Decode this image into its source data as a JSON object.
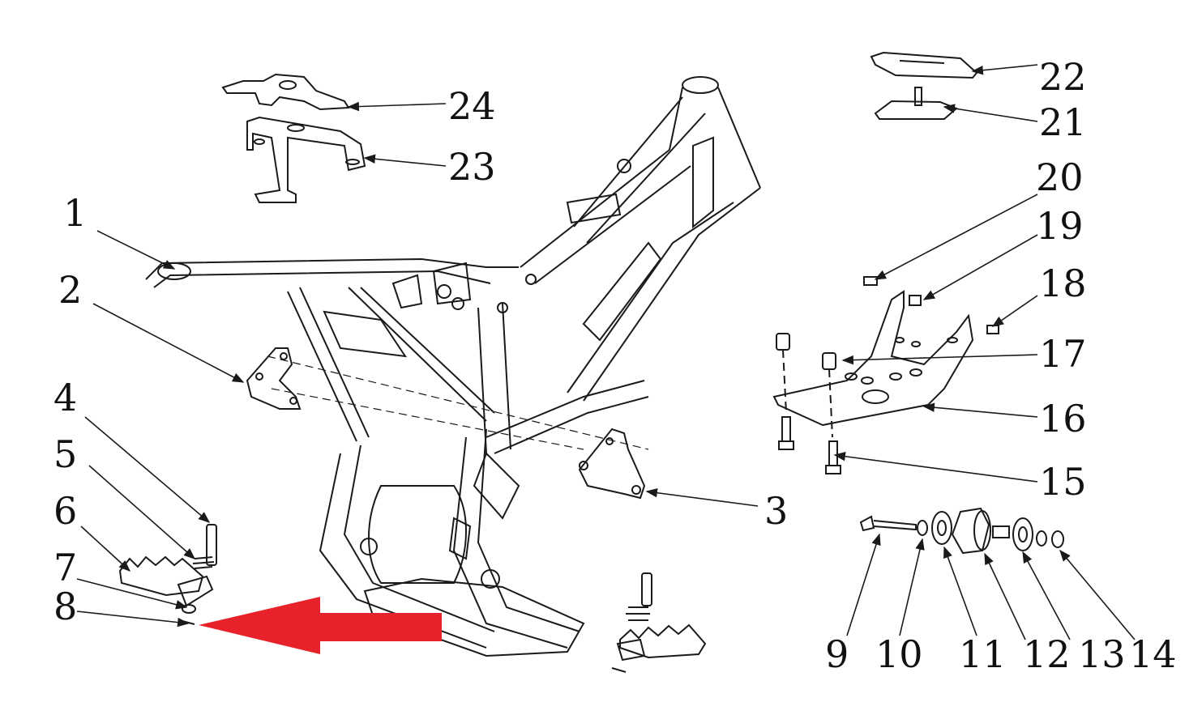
{
  "title": "",
  "callouts": [
    "1",
    "2",
    "3",
    "4",
    "5",
    "6",
    "7",
    "8",
    "9",
    "10",
    "11",
    "12",
    "13",
    "14",
    "15",
    "16",
    "17",
    "18",
    "19",
    "20",
    "21",
    "22",
    "23",
    "24"
  ],
  "highlight_arrow": {
    "color": "#e8222b",
    "target_part": "8"
  }
}
